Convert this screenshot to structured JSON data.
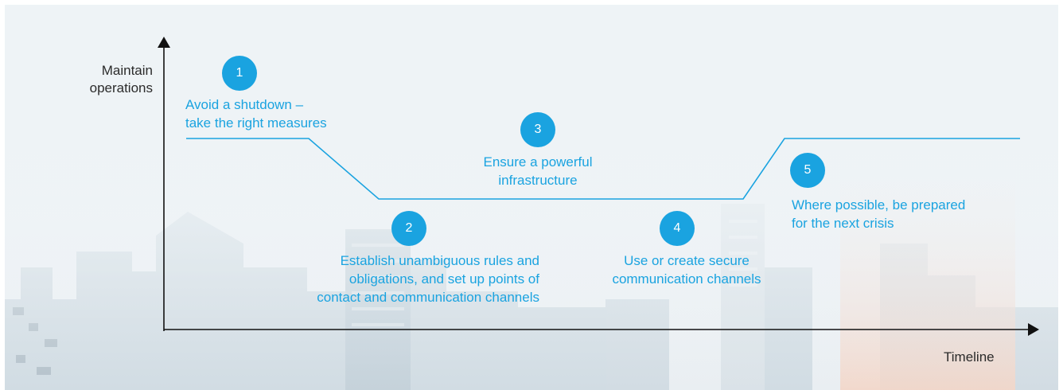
{
  "axes": {
    "y_label": "Maintain\noperations",
    "x_label": "Timeline"
  },
  "colors": {
    "accent": "#1aa3e0",
    "axis": "#111111",
    "text": "#2b2b2b"
  },
  "steps": [
    {
      "number": "1",
      "text": "Avoid a shutdown –\ntake the right measures"
    },
    {
      "number": "2",
      "text": "Establish unambiguous rules and\nobligations, and set up points of\ncontact and communication channels"
    },
    {
      "number": "3",
      "text": "Ensure a powerful\ninfrastructure"
    },
    {
      "number": "4",
      "text": "Use or create secure\ncommunication channels"
    },
    {
      "number": "5",
      "text": "Where possible, be prepared\nfor the next crisis"
    }
  ]
}
